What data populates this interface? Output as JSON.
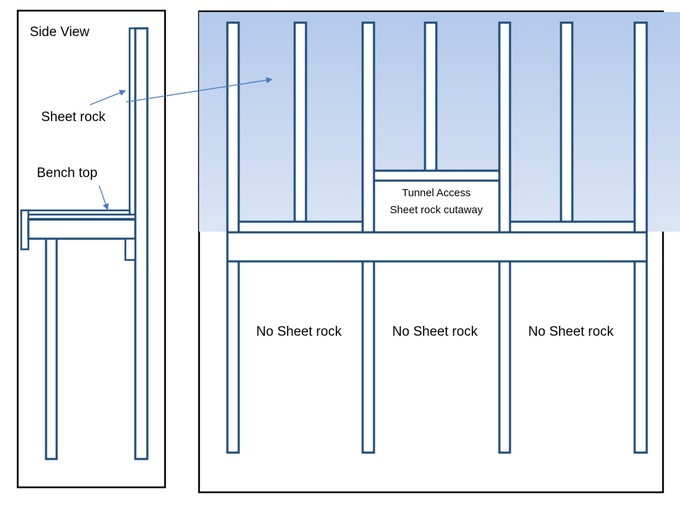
{
  "colors": {
    "frame": "#000000",
    "lumber": "#1f4e79",
    "sheetrock_top": "#b3c9ea",
    "sheetrock_bottom": "#dbe5f5",
    "arrow": "#4a7bbf"
  },
  "side_view": {
    "title": "Side View",
    "sheet_rock_label": "Sheet rock",
    "bench_top_label": "Bench top"
  },
  "front_view": {
    "tunnel_access_line1": "Tunnel Access",
    "tunnel_access_line2": "Sheet rock cutaway",
    "bay_labels": [
      "No Sheet rock",
      "No Sheet rock",
      "No Sheet rock"
    ]
  }
}
